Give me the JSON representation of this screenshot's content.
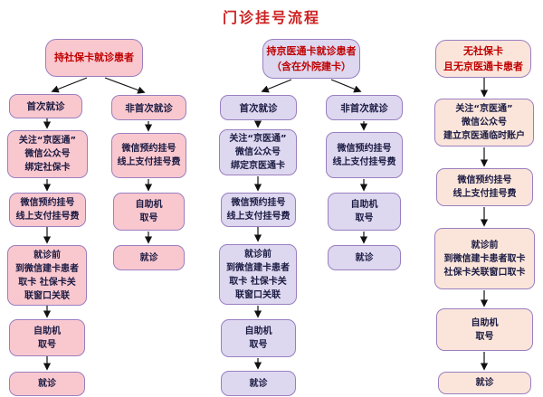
{
  "title": "门诊挂号流程",
  "colors": {
    "title_text": "#cc2222",
    "header_text": "#c00000",
    "body_text": "#1b1b43",
    "box_border": "#9a7fc0",
    "social_fill": "#f9c7ce",
    "jingyitong_fill": "#ddd7ef",
    "nocard_fill": "#fbe5da",
    "arrow": "#111111"
  },
  "groups": {
    "social": {
      "header": "持社保卡就诊患者",
      "first": {
        "branch": "首次就诊",
        "steps": [
          "关注“京医通”\n微信公众号\n绑定社保卡",
          "微信预约挂号\n线上支付挂号费",
          "就诊前\n到微信建卡患者\n取卡 社保卡关\n联窗口关联",
          "自助机\n取号",
          "就诊"
        ]
      },
      "repeat": {
        "branch": "非首次就诊",
        "steps": [
          "微信预约挂号\n线上支付挂号费",
          "自助机\n取号",
          "就诊"
        ]
      }
    },
    "jingyitong": {
      "header": "持京医通卡就诊患者\n（含在外院建卡）",
      "first": {
        "branch": "首次就诊",
        "steps": [
          "关注“京医通”\n微信公众号\n绑定京医通卡",
          "微信预约挂号\n线上支付挂号费",
          "就诊前\n到微信建卡患者\n取卡 社保卡关\n联窗口关联",
          "自助机\n取号",
          "就诊"
        ]
      },
      "repeat": {
        "branch": "非首次就诊",
        "steps": [
          "微信预约挂号\n线上支付挂号费",
          "自助机\n取号",
          "就诊"
        ]
      }
    },
    "nocard": {
      "header": "无社保卡\n且无京医通卡患者",
      "steps": [
        "关注“京医通”\n微信公众号\n建立京医通临时账户",
        "微信预约挂号\n线上支付挂号费",
        "就诊前\n到微信建卡患者取卡\n社保卡关联窗口取卡",
        "自助机\n取号",
        "就诊"
      ]
    }
  }
}
